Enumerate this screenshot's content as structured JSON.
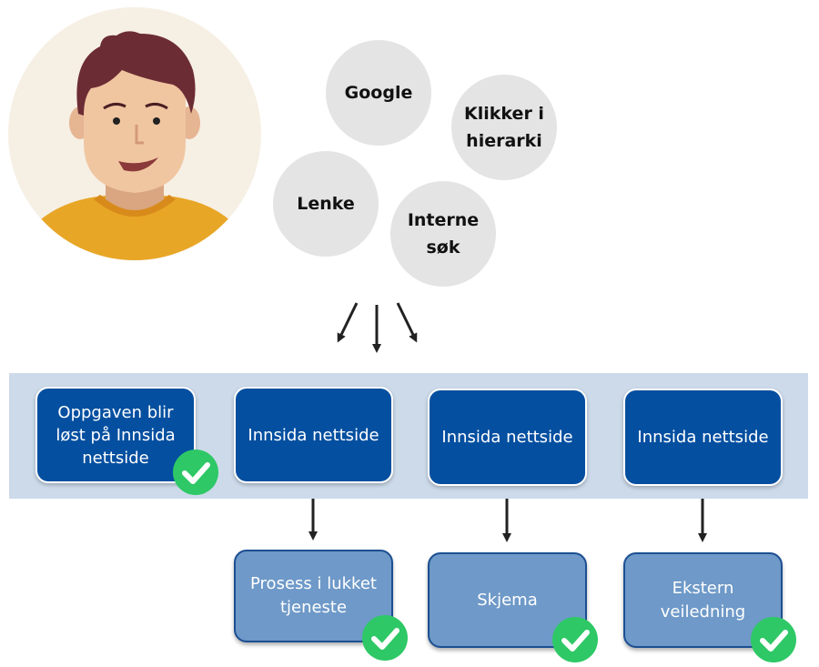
{
  "methods": {
    "google": "Google",
    "klikker_line1": "Klikker i",
    "klikker_line2": "hierarki",
    "lenke": "Lenke",
    "interne_line1": "Interne",
    "interne_line2": "søk"
  },
  "band_boxes": {
    "solved_line1": "Oppgaven blir",
    "solved_line2": "løst på Innsida",
    "solved_line3": "nettside",
    "page1": "Innsida nettside",
    "page2": "Innsida nettside",
    "page3": "Innsida nettside"
  },
  "outcomes": {
    "prosess_line1": "Prosess i lukket",
    "prosess_line2": "tjeneste",
    "skjema": "Skjema",
    "ekstern_line1": "Ekstern",
    "ekstern_line2": "veiledning"
  },
  "colors": {
    "band": "#ccdaea",
    "dark_box": "#044fa0",
    "light_box": "#6e99c8",
    "bubble": "#e4e4e4",
    "check": "#2ec866"
  },
  "icons": [
    "user-avatar",
    "check-icon",
    "arrow-down-icon"
  ]
}
